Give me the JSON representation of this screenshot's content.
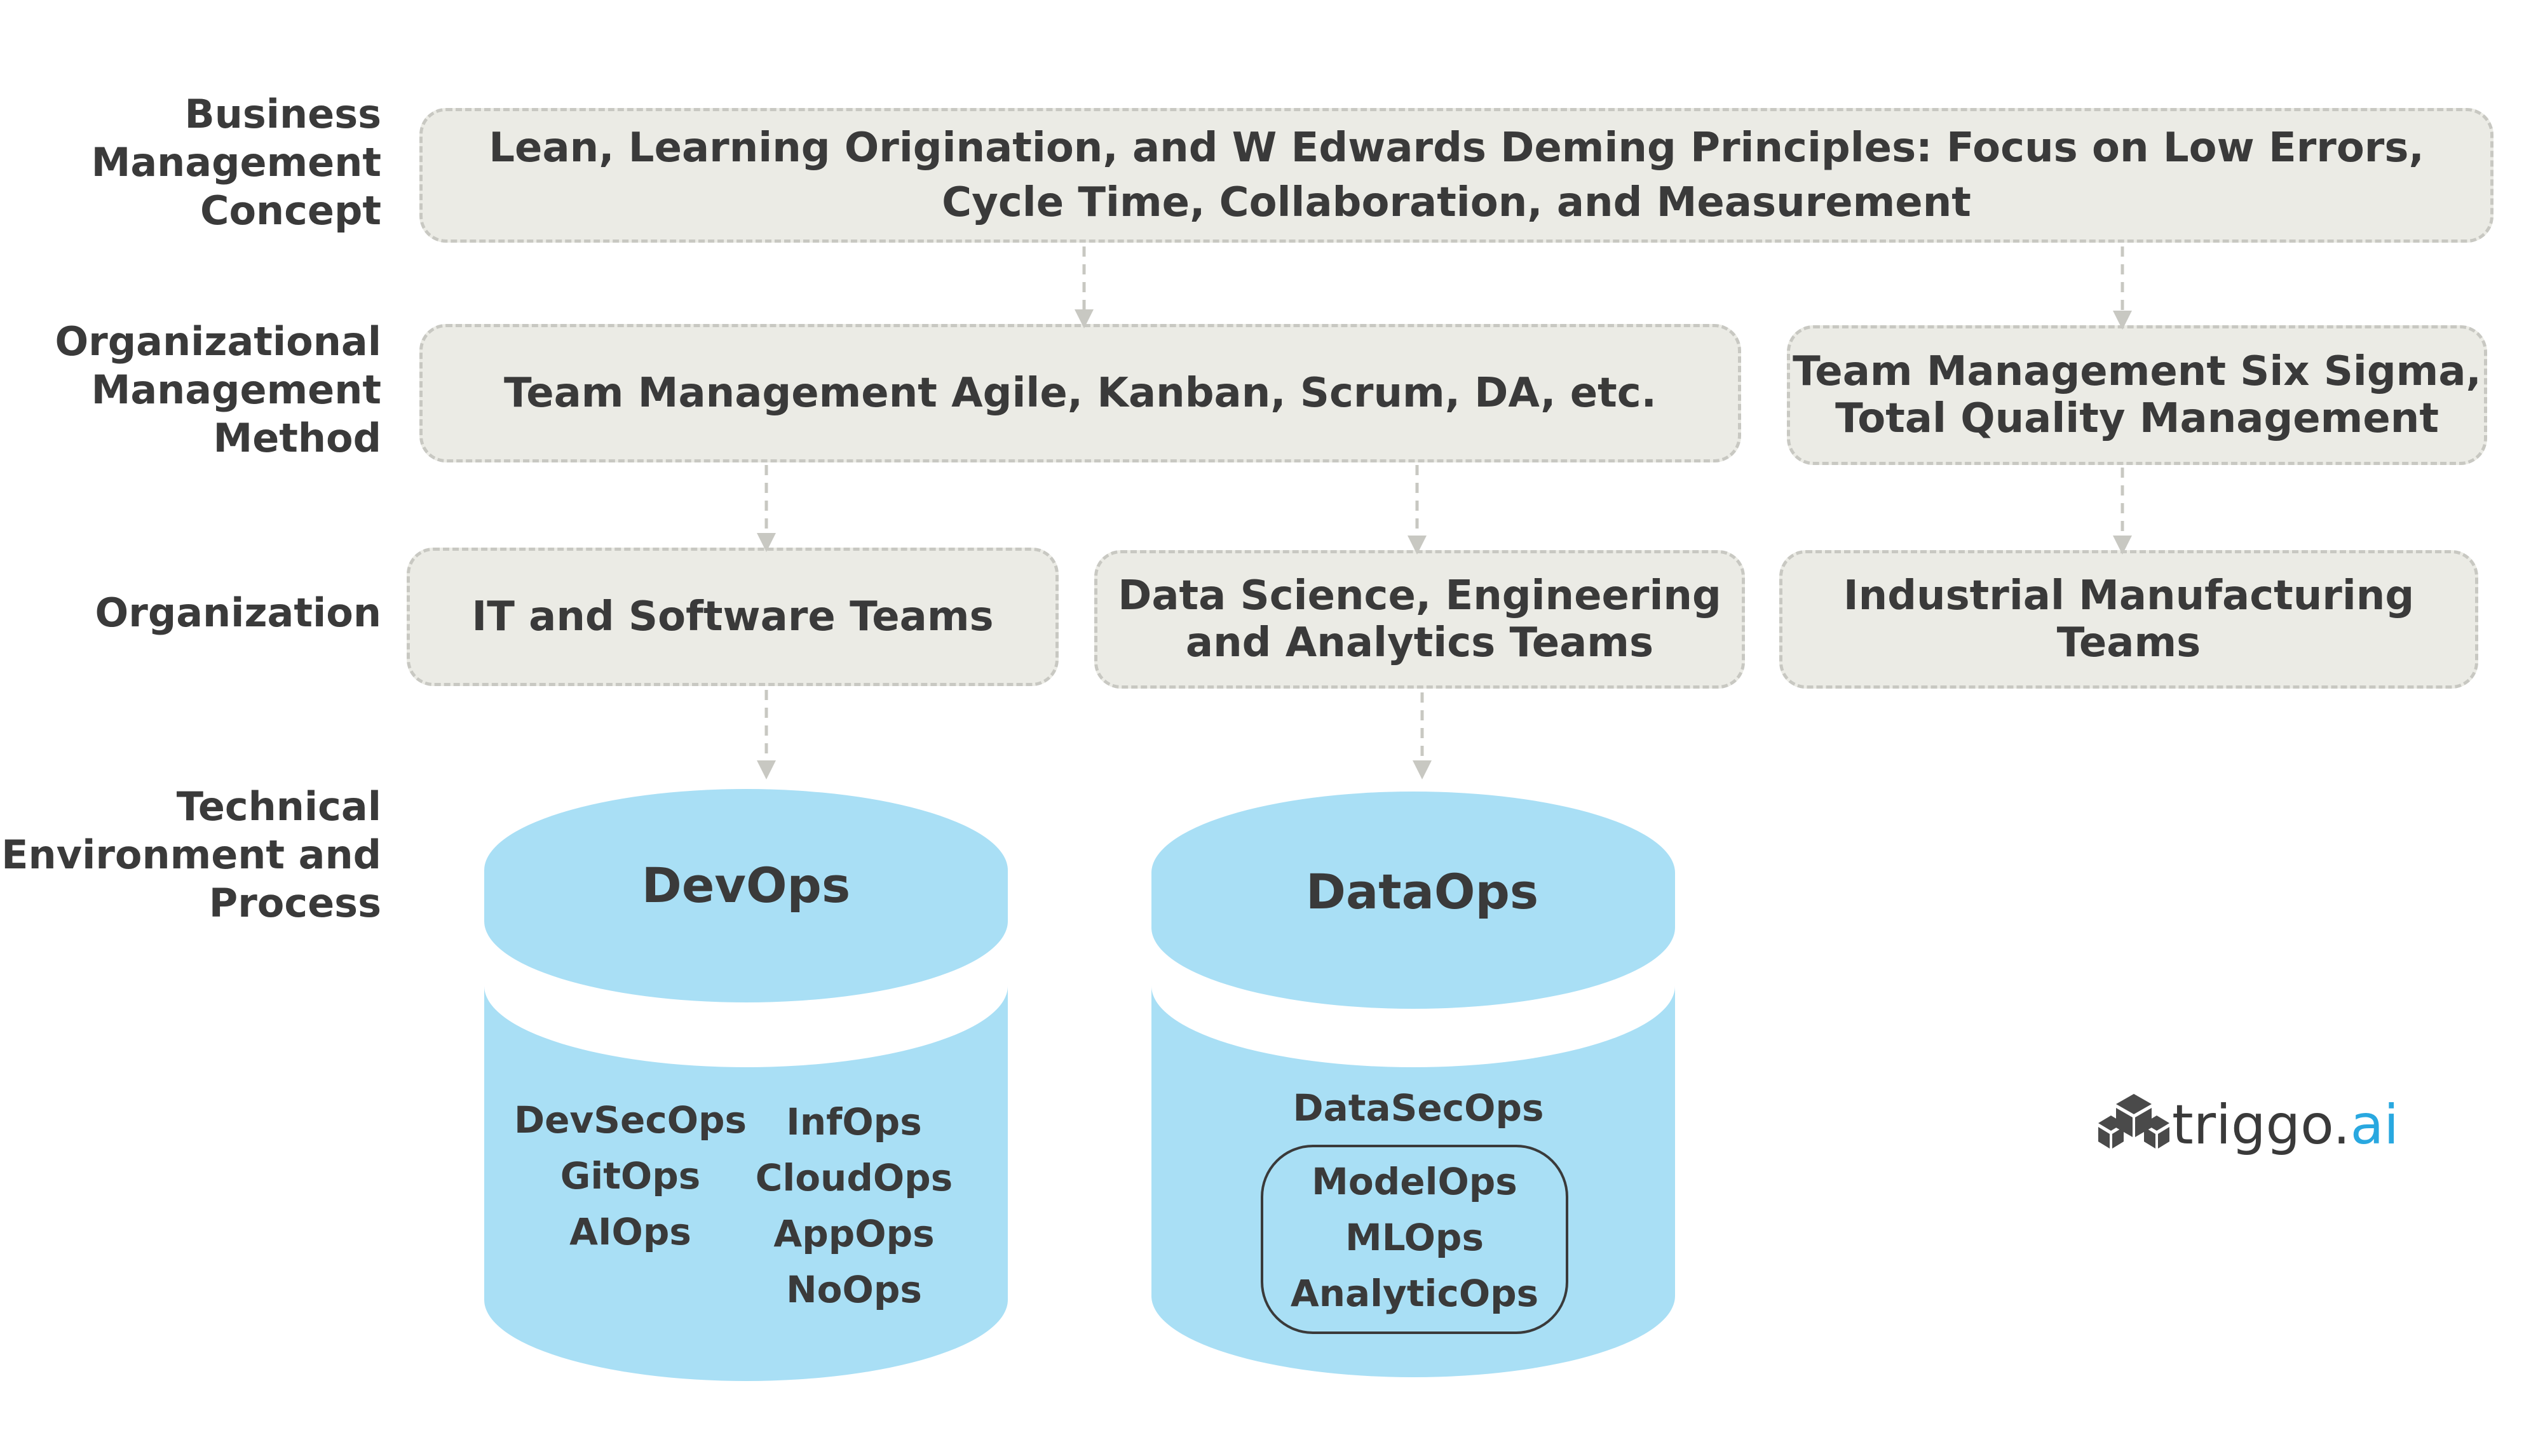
{
  "rows": {
    "business": "Business\nManagement\nConcept",
    "organizational": "Organizational\nManagement\nMethod",
    "organization": "Organization",
    "technical": "Technical\nEnvironment and\nProcess"
  },
  "boxes": {
    "lean": "Lean, Learning Origination, and W Edwards Deming Principles: Focus on Low Errors,\nCycle Time, Collaboration, and Measurement",
    "agile": "Team Management Agile, Kanban, Scrum, DA, etc.",
    "sixsigma": "Team Management Six Sigma,\nTotal Quality Management",
    "it": "IT and Software Teams",
    "datasci": "Data Science, Engineering\nand Analytics Teams",
    "industrial": "Industrial Manufacturing\nTeams"
  },
  "devops": {
    "title": "DevOps",
    "left_items": [
      "DevSecOps",
      "GitOps",
      "AIOps"
    ],
    "right_items": [
      "InfOps",
      "CloudOps",
      "AppOps",
      "NoOps"
    ]
  },
  "dataops": {
    "title": "DataOps",
    "top_item": "DataSecOps",
    "group_items": [
      "ModelOps",
      "MLOps",
      "AnalyticOps"
    ]
  },
  "logo": {
    "text_main": "triggo.",
    "text_accent": "ai",
    "accent_color": "#29a8e0"
  },
  "colors": {
    "cylinder": "#a9dff5",
    "box_fill": "#ebebe5",
    "box_border": "#c8c8c2",
    "arrow": "#c8c8c2"
  }
}
